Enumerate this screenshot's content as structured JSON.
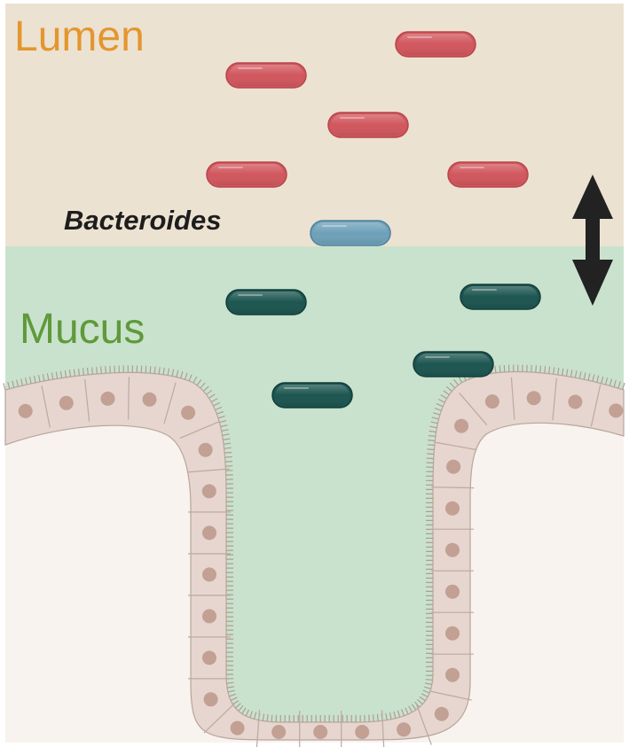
{
  "labels": {
    "lumen": "Lumen",
    "mucus": "Mucus",
    "bacteroides": "Bacteroides"
  },
  "colors": {
    "lumen_background": "#ece2d2",
    "mucus_background": "#c9e2cd",
    "tissue_background": "#f8f3ee",
    "lumen_bacteria": "#d0575d",
    "transitional_bacterium": "#6ea1b9",
    "mucus_bacteria": "#1d5550",
    "epithelial_cell": "#e6d6cf",
    "cell_nucleus": "#c2a093",
    "arrow": "#222222"
  },
  "icons": [
    "double-headed-vertical-arrow"
  ]
}
